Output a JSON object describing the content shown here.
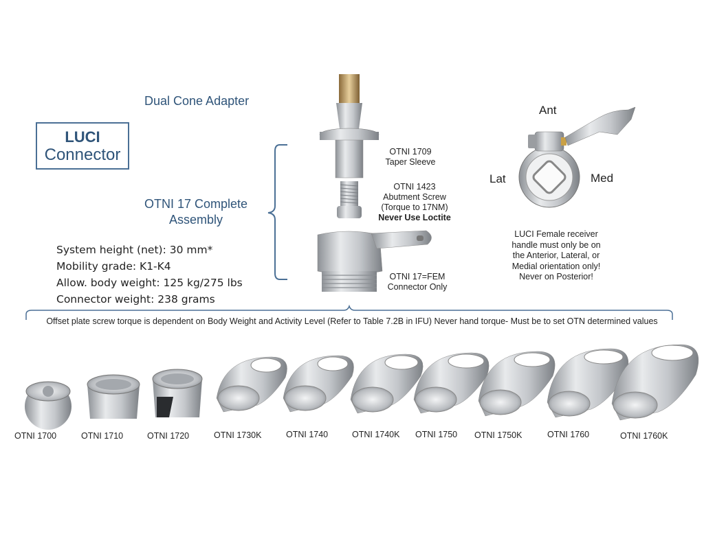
{
  "title": {
    "line1": "LUCI",
    "line2": "Connector"
  },
  "dual_cone_label": "Dual Cone Adapter",
  "assembly_label": {
    "line1": "OTNI 17 Complete",
    "line2": "Assembly"
  },
  "specs": [
    "System height (net): 30 mm*",
    "Mobility grade: K1-K4",
    "Allow. body weight: 125 kg/275 lbs",
    "Connector weight: 238 grams"
  ],
  "parts": {
    "taper_sleeve": {
      "code": "OTNI 1709",
      "desc": "Taper Sleeve"
    },
    "abutment_screw": {
      "code": "OTNI 1423",
      "desc": "Abutment Screw",
      "torque": "(Torque to 17NM)",
      "warning": "Never Use Loctite"
    },
    "connector": {
      "code": "OTNI 17=FEM",
      "desc": "Connector Only"
    }
  },
  "orientation": {
    "ant": "Ant",
    "lat": "Lat",
    "med": "Med"
  },
  "note": "LUCI Female receiver handle must only be on the Anterior, Lateral, or Medial orientation only! Never on Posterior!",
  "torque_note": "Offset plate screw torque is dependent on Body Weight and Activity Level (Refer to Table 7.2B in IFU) Never hand torque- Must be to set OTN determined values",
  "plates": [
    "OTNI 1700",
    "OTNI 1710",
    "OTNI 1720",
    "OTNI 1730K",
    "OTNI 1740",
    "OTNI 1740K",
    "OTNI 1750",
    "OTNI 1750K",
    "OTNI 1760",
    "OTNI 1760K"
  ],
  "colors": {
    "accent": "#2f5479",
    "bracket": "#4a6f95",
    "metal": "#b5b8bc"
  }
}
